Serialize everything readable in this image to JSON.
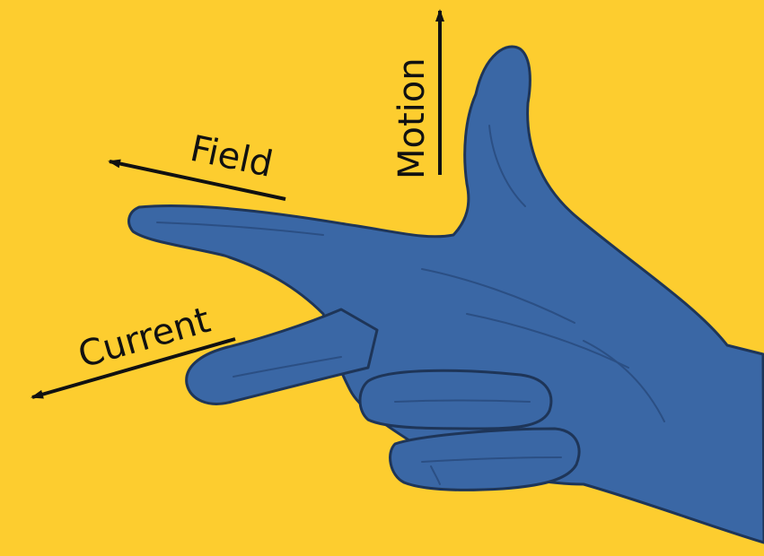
{
  "colors": {
    "background": "#FDCD2F",
    "hand_fill": "#3A67A5",
    "hand_shadow": "#2B4F84",
    "hand_outline": "#1E3558",
    "arrow": "#111111"
  },
  "labels": {
    "motion": "Motion",
    "field": "Field",
    "current": "Current"
  },
  "icons": {
    "hand": "right-hand-illustration",
    "arrow": "arrow-icon"
  }
}
